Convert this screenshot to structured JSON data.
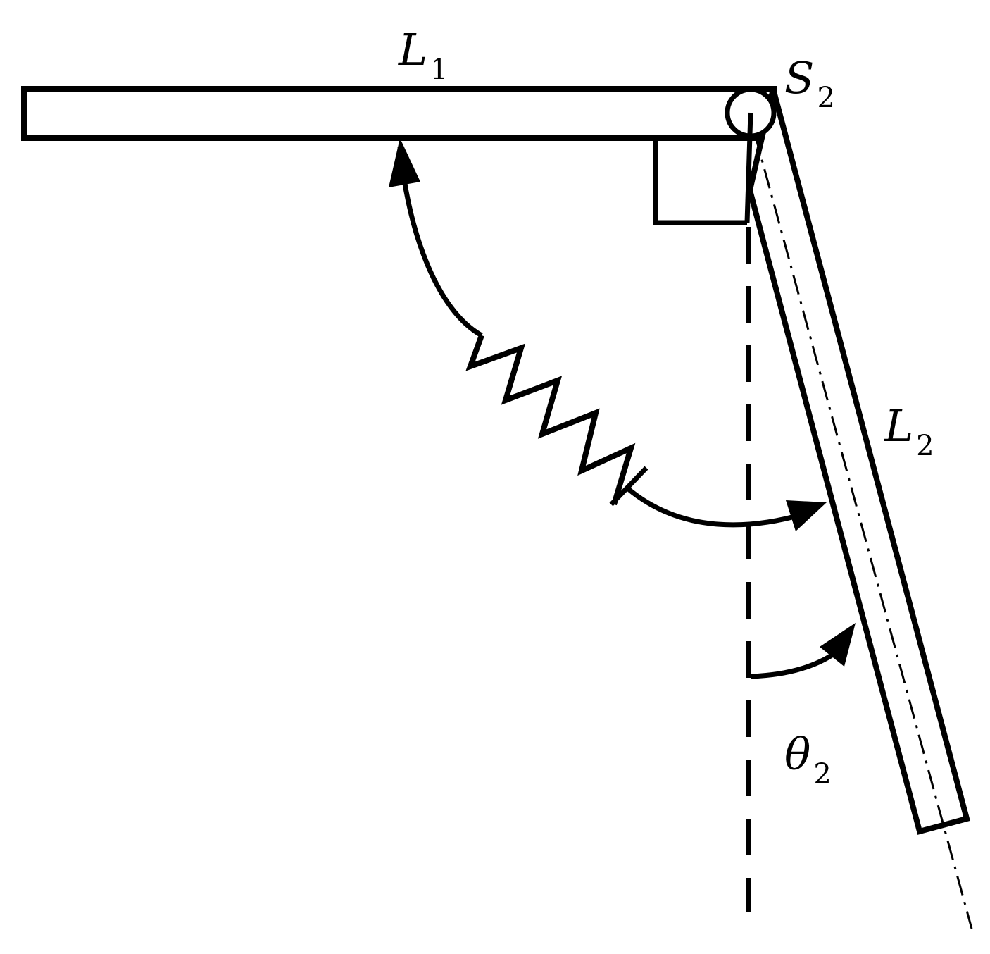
{
  "diagram": {
    "labels": {
      "link1": {
        "main": "L",
        "sub": "1"
      },
      "joint": {
        "main": "S",
        "sub": "2"
      },
      "link2": {
        "main": "L",
        "sub": "2"
      },
      "angle": {
        "main": "θ",
        "sub": "2"
      }
    },
    "colors": {
      "stroke": "#000000",
      "background": "#ffffff"
    }
  }
}
